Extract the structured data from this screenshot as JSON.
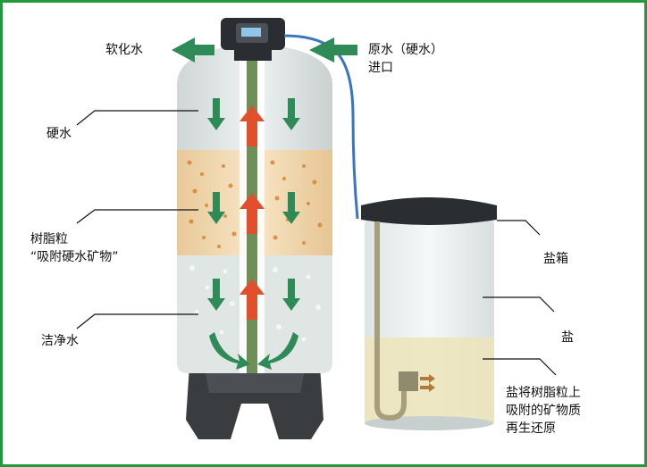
{
  "labels": {
    "softened_water": "软化水",
    "raw_water_inlet": "原水（硬水）\n进口",
    "hard_water": "硬水",
    "resin_beads": "树脂粒\n“吸附硬水矿物”",
    "clean_water": "洁净水",
    "brine_tank": "盐箱",
    "salt": "盐",
    "regeneration": "盐将树脂粒上\n吸附的矿物质\n再生还原"
  },
  "colors": {
    "frame_green": "#1f9a3c",
    "arrow_green": "#2e8b57",
    "arrow_red": "#e0502c",
    "resin_band": "#f3d9ad",
    "lid_dark": "#2a2d31"
  }
}
